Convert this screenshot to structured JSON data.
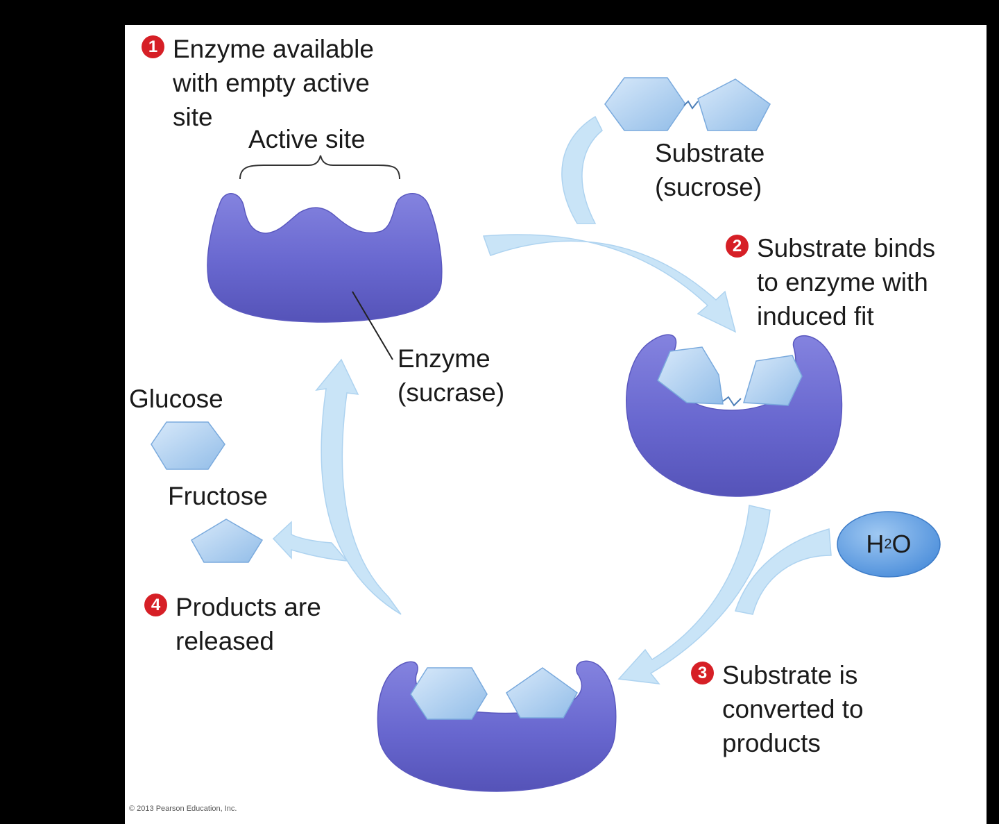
{
  "steps": [
    {
      "number": "1",
      "lines": [
        "Enzyme available",
        "with empty active",
        "site"
      ]
    },
    {
      "number": "2",
      "lines": [
        "Substrate binds",
        "to enzyme with",
        "induced fit"
      ]
    },
    {
      "number": "3",
      "lines": [
        "Substrate is",
        "converted to",
        "products"
      ]
    },
    {
      "number": "4",
      "lines": [
        "Products are",
        "released"
      ]
    }
  ],
  "labels": {
    "active_site": "Active site",
    "substrate": [
      "Substrate",
      "(sucrose)"
    ],
    "enzyme": [
      "Enzyme",
      "(sucrase)"
    ],
    "glucose": "Glucose",
    "fructose": "Fructose",
    "water": {
      "main": "H",
      "sub": "2",
      "tail": "O"
    }
  },
  "copyright": "© 2013 Pearson Education, Inc.",
  "colors": {
    "background": "#000000",
    "panel": "#ffffff",
    "enzyme": "#6b6ad0",
    "substrate": "#a9cdef",
    "arrow": "#c9e4f7",
    "step_marker": "#d61f26"
  }
}
